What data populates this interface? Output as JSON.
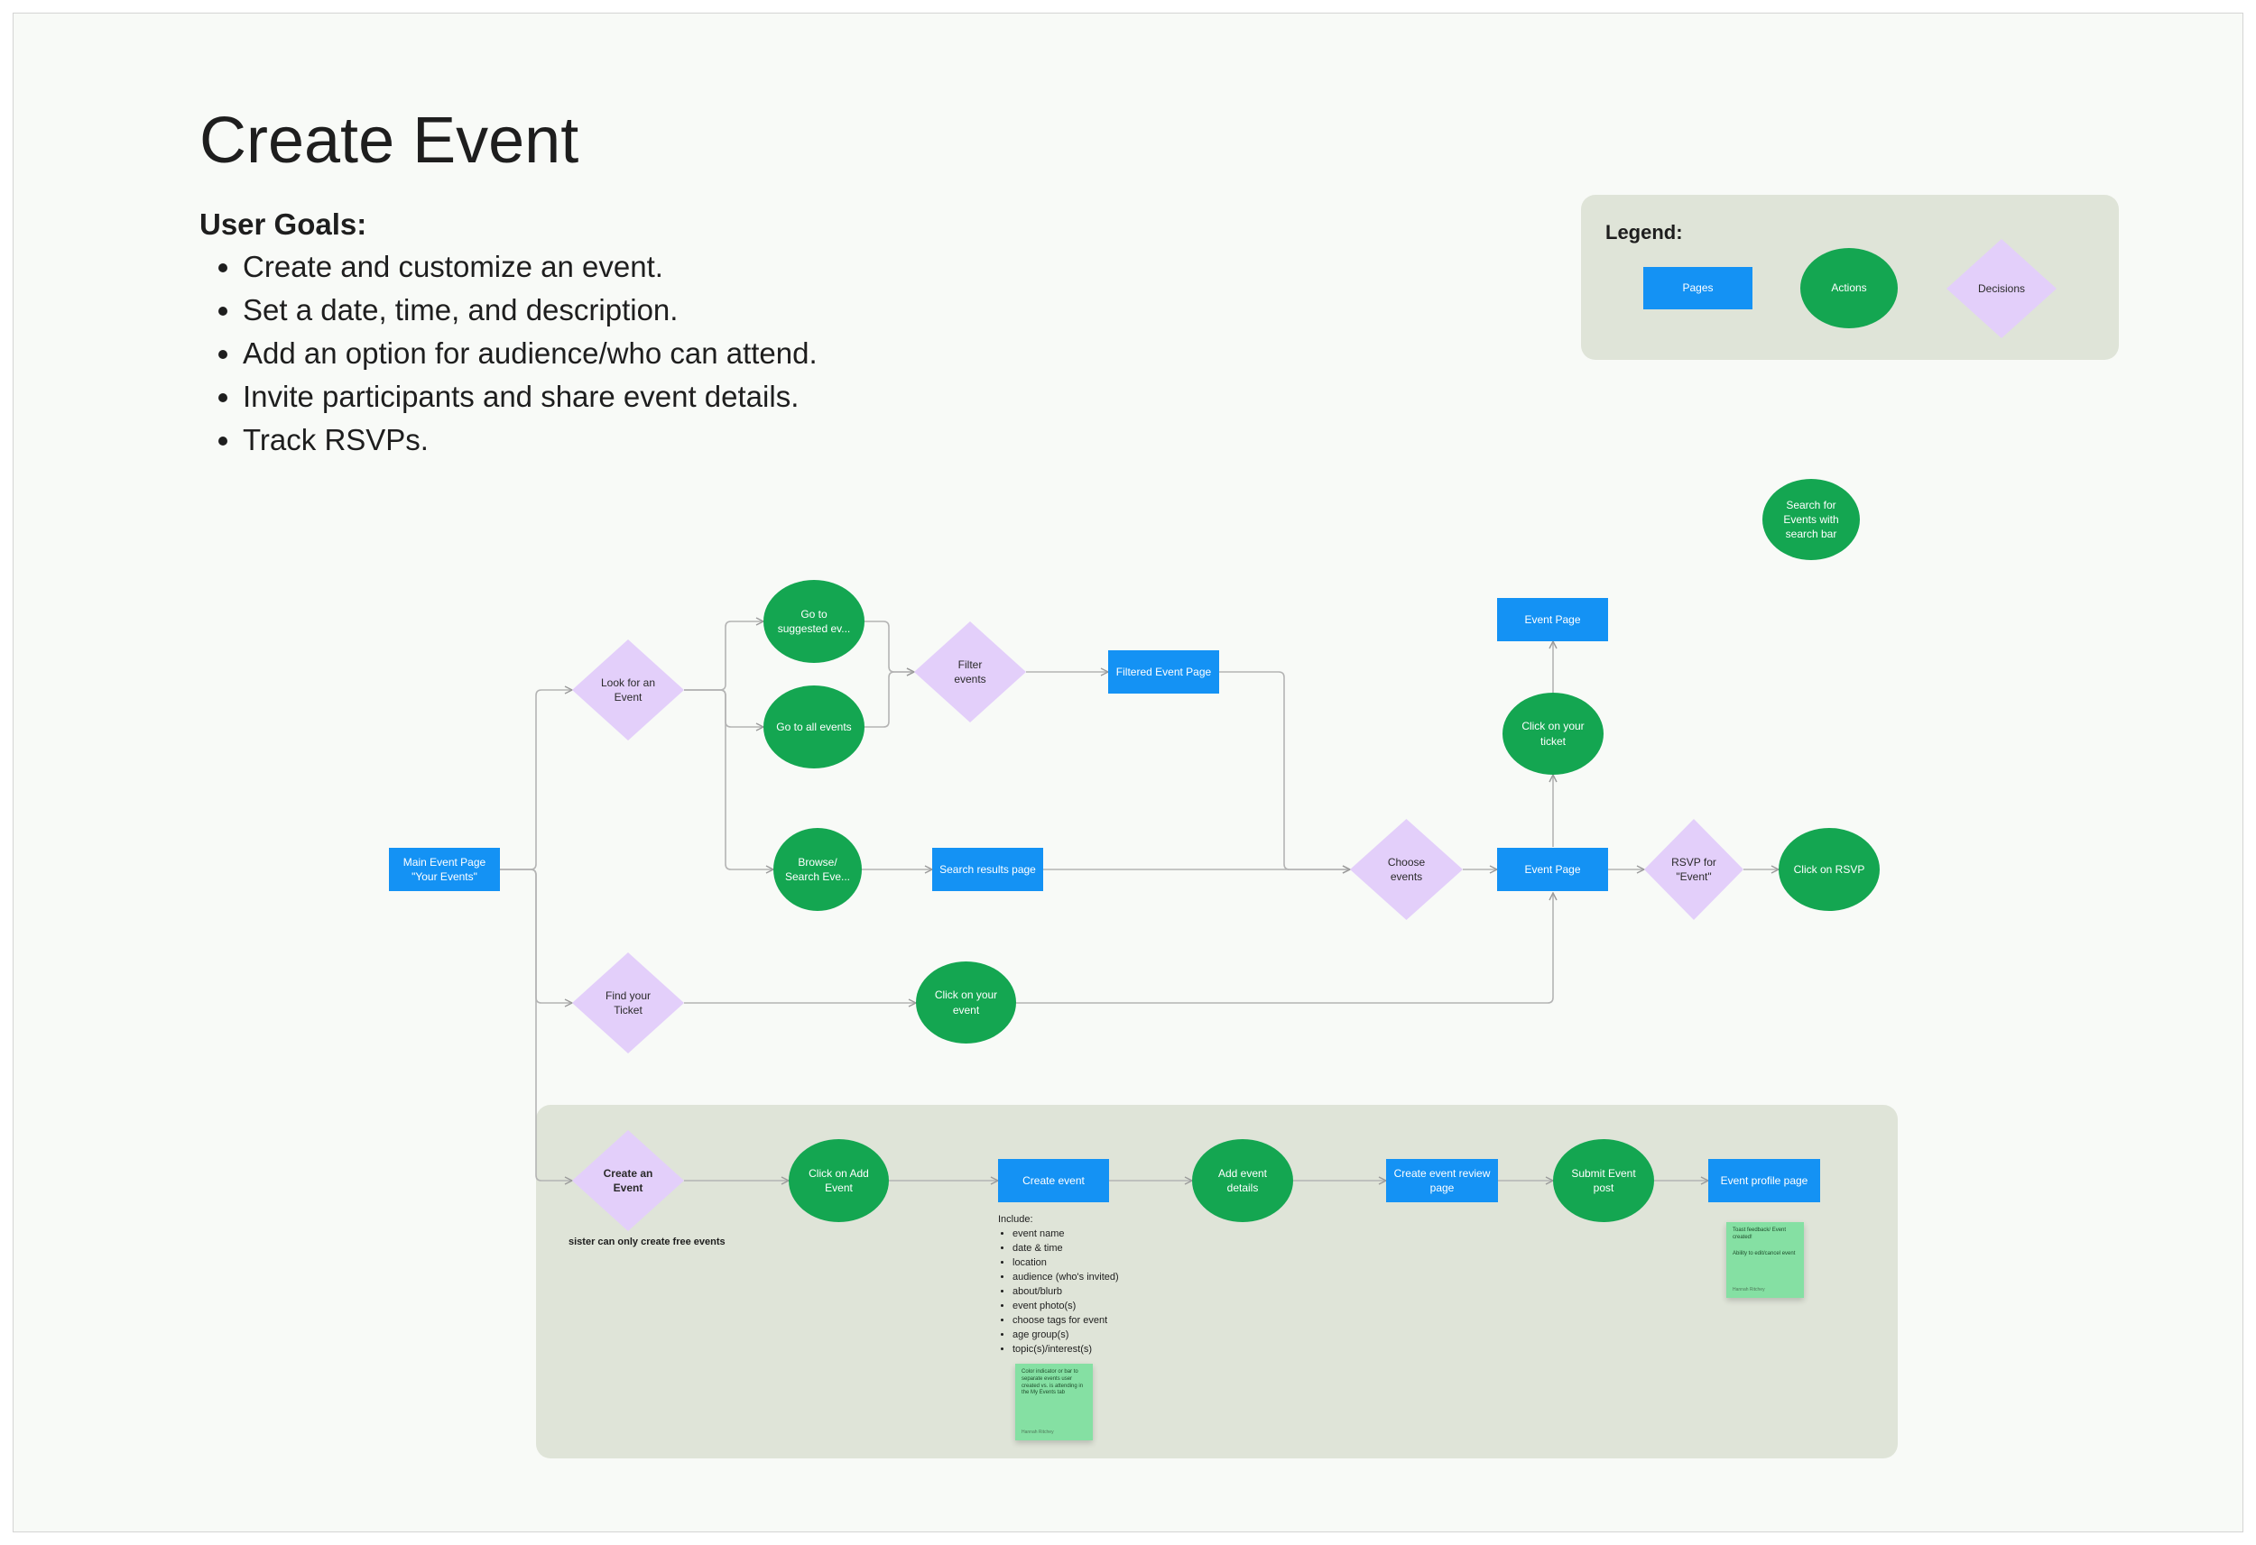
{
  "title": "Create Event",
  "user_goals": {
    "heading": "User Goals:",
    "items": [
      "Create and customize an event.",
      "Set a date, time, and description.",
      "Add an option for audience/who can attend.",
      "Invite participants and share event details.",
      "Track RSVPs."
    ]
  },
  "legend": {
    "heading": "Legend:",
    "pages": "Pages",
    "actions": "Actions",
    "decisions": "Decisions"
  },
  "colors": {
    "page": "#1492f4",
    "action": "#14a651",
    "decision": "#e3cffa",
    "panel": "#dfe4d8",
    "sticky": "#85e0a3"
  },
  "nodes": {
    "search_bar": "Search for Events with search bar",
    "main_event_page": [
      "Main Event Page",
      "\"Your Events\""
    ],
    "look_for_event": [
      "Look for an",
      "Event"
    ],
    "go_suggested": [
      "Go to",
      "suggested ev..."
    ],
    "go_all": "Go to all events",
    "filter_events": [
      "Filter",
      "events"
    ],
    "filtered_event_page": "Filtered Event Page",
    "browse_search": [
      "Browse/",
      "Search Eve..."
    ],
    "search_results_page": "Search results page",
    "choose_events": [
      "Choose",
      "events"
    ],
    "event_page_top": "Event Page",
    "click_ticket": [
      "Click on your",
      "ticket"
    ],
    "event_page_mid": "Event Page",
    "rsvp_for_event": [
      "RSVP for",
      "\"Event\""
    ],
    "click_rsvp": "Click on RSVP",
    "find_ticket": [
      "Find your",
      "Ticket"
    ],
    "click_your_event": [
      "Click on your",
      "event"
    ],
    "create_an_event": [
      "Create an",
      "Event"
    ],
    "click_add_event": [
      "Click on Add",
      "Event"
    ],
    "create_event": "Create event",
    "add_event_details": [
      "Add event",
      "details"
    ],
    "create_event_review": [
      "Create event review",
      "page"
    ],
    "submit_event_post": [
      "Submit Event",
      "post"
    ],
    "event_profile_page": "Event profile page"
  },
  "sister_note": "sister can only create free events",
  "include": {
    "heading": "Include:",
    "items": [
      "event name",
      "date & time",
      "location",
      "audience (who's invited)",
      "about/blurb",
      "event photo(s)",
      "choose tags for event",
      "age group(s)",
      "topic(s)/interest(s)"
    ]
  },
  "sticky_1": {
    "text": "Color indicator or bar to separate events user created vs. is attending in the My Events tab",
    "author": "Hannah Ritchey"
  },
  "sticky_2": {
    "line1": "Toast feedback/ Event created!",
    "line2": "Ability to edit/cancel event",
    "author": "Hannah Ritchey"
  }
}
